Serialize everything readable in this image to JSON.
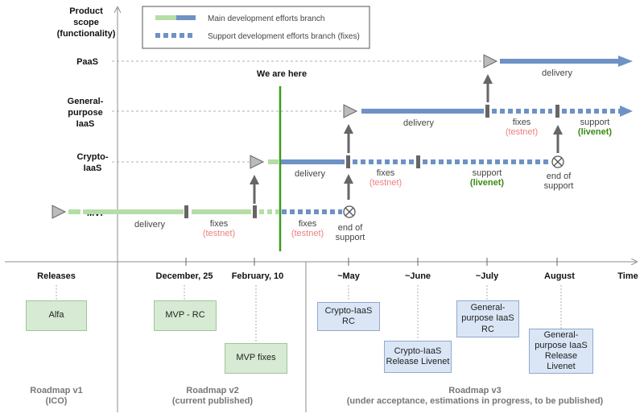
{
  "axis": {
    "y_title_line1": "Product",
    "y_title_line2": "scope",
    "y_title_line3": "(functionality)",
    "x_title": "Time"
  },
  "legend": {
    "main": "Main development efforts branch",
    "support": "Support development efforts branch (fixes)"
  },
  "scopes": {
    "paas": "PaaS",
    "general_1": "General-",
    "general_2": "purpose",
    "general_3": "IaaS",
    "crypto_1": "Crypto-",
    "crypto_2": "IaaS",
    "mvp": "MVP"
  },
  "we_are_here": "We are here",
  "branch_labels": {
    "delivery": "delivery",
    "fixes": "fixes",
    "testnet": "(testnet)",
    "support": "support",
    "livenet": "(livenet)",
    "end_of": "end of",
    "support_word": "support"
  },
  "timeline": {
    "releases": "Releases",
    "dec": "December, 25",
    "feb": "February, 10",
    "may": "~May",
    "june": "~June",
    "july": "~July",
    "august": "August"
  },
  "releases": {
    "alfa": "Alfa",
    "mvp_rc": "MVP - RC",
    "mvp_fixes": "MVP fixes",
    "crypto_rc_1": "Crypto-IaaS",
    "crypto_rc_2": "RC",
    "crypto_live_1": "Crypto-IaaS",
    "crypto_live_2": "Release Livenet",
    "gp_rc_1": "General-",
    "gp_rc_2": "purpose IaaS",
    "gp_rc_3": "RC",
    "gp_live_1": "General-",
    "gp_live_2": "purpose IaaS",
    "gp_live_3": "Release",
    "gp_live_4": "Livenet"
  },
  "roadmaps": {
    "v1_title": "Roadmap v1",
    "v1_sub": "(ICO)",
    "v2_title": "Roadmap v2",
    "v2_sub": "(current  published)",
    "v3_title": "Roadmap v3",
    "v3_sub": "(under acceptance, estimations in progress, to be published)"
  },
  "colors": {
    "main_green": "#b5dea6",
    "main_blue": "#6e91c6",
    "marker_gray": "#666666",
    "here_line": "#3c9a1e",
    "testnet": "#ee7f7f",
    "livenet": "#3a8a12",
    "axis": "#8c8c8c"
  }
}
